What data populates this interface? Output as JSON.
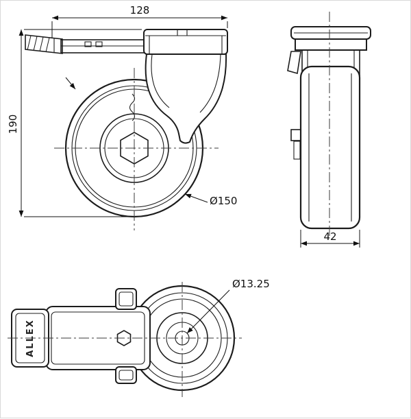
{
  "drawing": {
    "brand_label": "ALLEX",
    "dimensions": {
      "top_width": "128",
      "overall_height": "190",
      "wheel_diameter": "Ø150",
      "wheel_width": "42",
      "center_hole_diameter": "Ø13.25"
    },
    "colors": {
      "line_color": "#1c1c1c",
      "dimension_color": "#111111",
      "background": "#ffffff"
    }
  }
}
